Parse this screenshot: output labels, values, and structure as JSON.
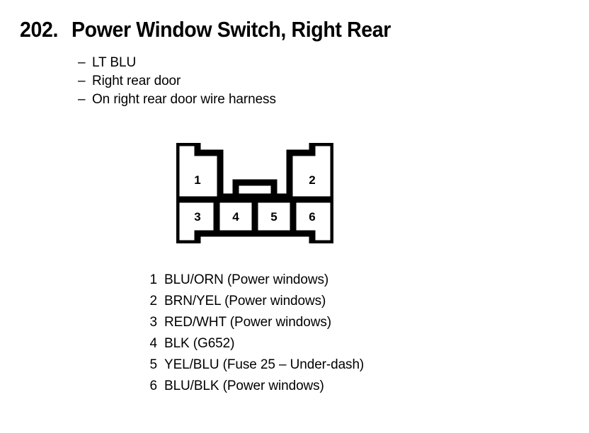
{
  "header": {
    "number": "202.",
    "title": "Power Window Switch, Right Rear"
  },
  "notes": {
    "dash": "–",
    "items": [
      "LT BLU",
      "Right rear door",
      "On right rear door wire harness"
    ]
  },
  "connector": {
    "top_row": [
      {
        "pin": "1"
      },
      {
        "pin": "2"
      }
    ],
    "bottom_row": [
      {
        "pin": "3"
      },
      {
        "pin": "4"
      },
      {
        "pin": "5"
      },
      {
        "pin": "6"
      }
    ]
  },
  "pin_legend": [
    {
      "num": "1",
      "desc": "BLU/ORN (Power windows)"
    },
    {
      "num": "2",
      "desc": "BRN/YEL (Power windows)"
    },
    {
      "num": "3",
      "desc": "RED/WHT (Power windows)"
    },
    {
      "num": "4",
      "desc": "BLK (G652)"
    },
    {
      "num": "5",
      "desc": "YEL/BLU (Fuse 25 – Under-dash)"
    },
    {
      "num": "6",
      "desc": "BLU/BLK (Power windows)"
    }
  ],
  "colors": {
    "ink": "#000000",
    "paper": "#ffffff"
  }
}
